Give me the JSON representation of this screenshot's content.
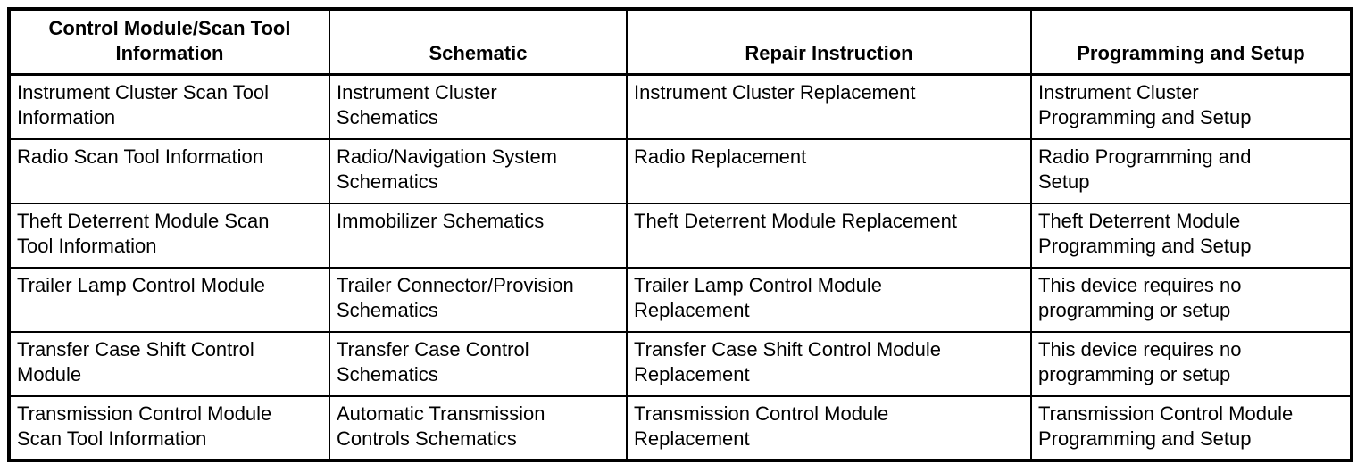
{
  "table": {
    "headers": [
      "Control Module/Scan Tool\nInformation",
      "Schematic",
      "Repair Instruction",
      "Programming and Setup"
    ],
    "rows": [
      [
        "Instrument Cluster Scan Tool\nInformation",
        "Instrument Cluster\nSchematics",
        "Instrument Cluster Replacement",
        "Instrument Cluster\nProgramming and Setup"
      ],
      [
        "Radio Scan Tool Information",
        "Radio/Navigation System\nSchematics",
        "Radio Replacement",
        "Radio Programming and\nSetup"
      ],
      [
        "Theft Deterrent Module Scan\nTool Information",
        "Immobilizer Schematics",
        "Theft Deterrent Module Replacement",
        "Theft Deterrent Module\nProgramming and Setup"
      ],
      [
        "Trailer Lamp Control Module",
        "Trailer Connector/Provision\nSchematics",
        "Trailer Lamp Control Module\nReplacement",
        "This device requires no\nprogramming or setup"
      ],
      [
        "Transfer Case Shift Control\nModule",
        "Transfer Case Control\nSchematics",
        "Transfer Case Shift Control Module\nReplacement",
        "This device requires no\nprogramming or setup"
      ],
      [
        "Transmission Control Module\nScan Tool Information",
        "Automatic Transmission\nControls Schematics",
        "Transmission Control Module\nReplacement",
        "Transmission Control Module\nProgramming and Setup"
      ]
    ],
    "colors": {
      "border": "#000000",
      "text": "#000000",
      "background": "#ffffff"
    }
  }
}
